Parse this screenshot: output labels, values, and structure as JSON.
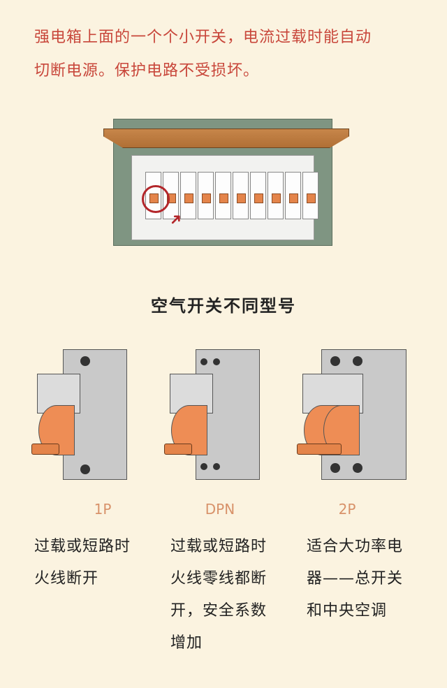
{
  "intro": {
    "lines": [
      "强电箱上面的一个个小开关，电流过载时能自动",
      "切断电源。保护电路不受损坏。"
    ]
  },
  "illustration": {
    "breaker_count": 10,
    "highlighted_index": 0,
    "colors": {
      "panel": "#7f9582",
      "lid": "#c07a3f",
      "toggle": "#e4844a",
      "highlight": "#b3262a"
    }
  },
  "section_title": "空气开关不同型号",
  "types": [
    {
      "label": "1P",
      "desc": [
        "过载或短路时",
        "火线断开"
      ]
    },
    {
      "label": "DPN",
      "desc": [
        "过载或短路时",
        "火线零线都断",
        "开，安全系数",
        "增加"
      ]
    },
    {
      "label": "2P",
      "desc": [
        "适合大功率电",
        "器——总开关",
        "和中央空调"
      ]
    }
  ],
  "colors": {
    "background": "#fbf3e0",
    "intro_text": "#c8463a",
    "type_label": "#d8926a"
  }
}
